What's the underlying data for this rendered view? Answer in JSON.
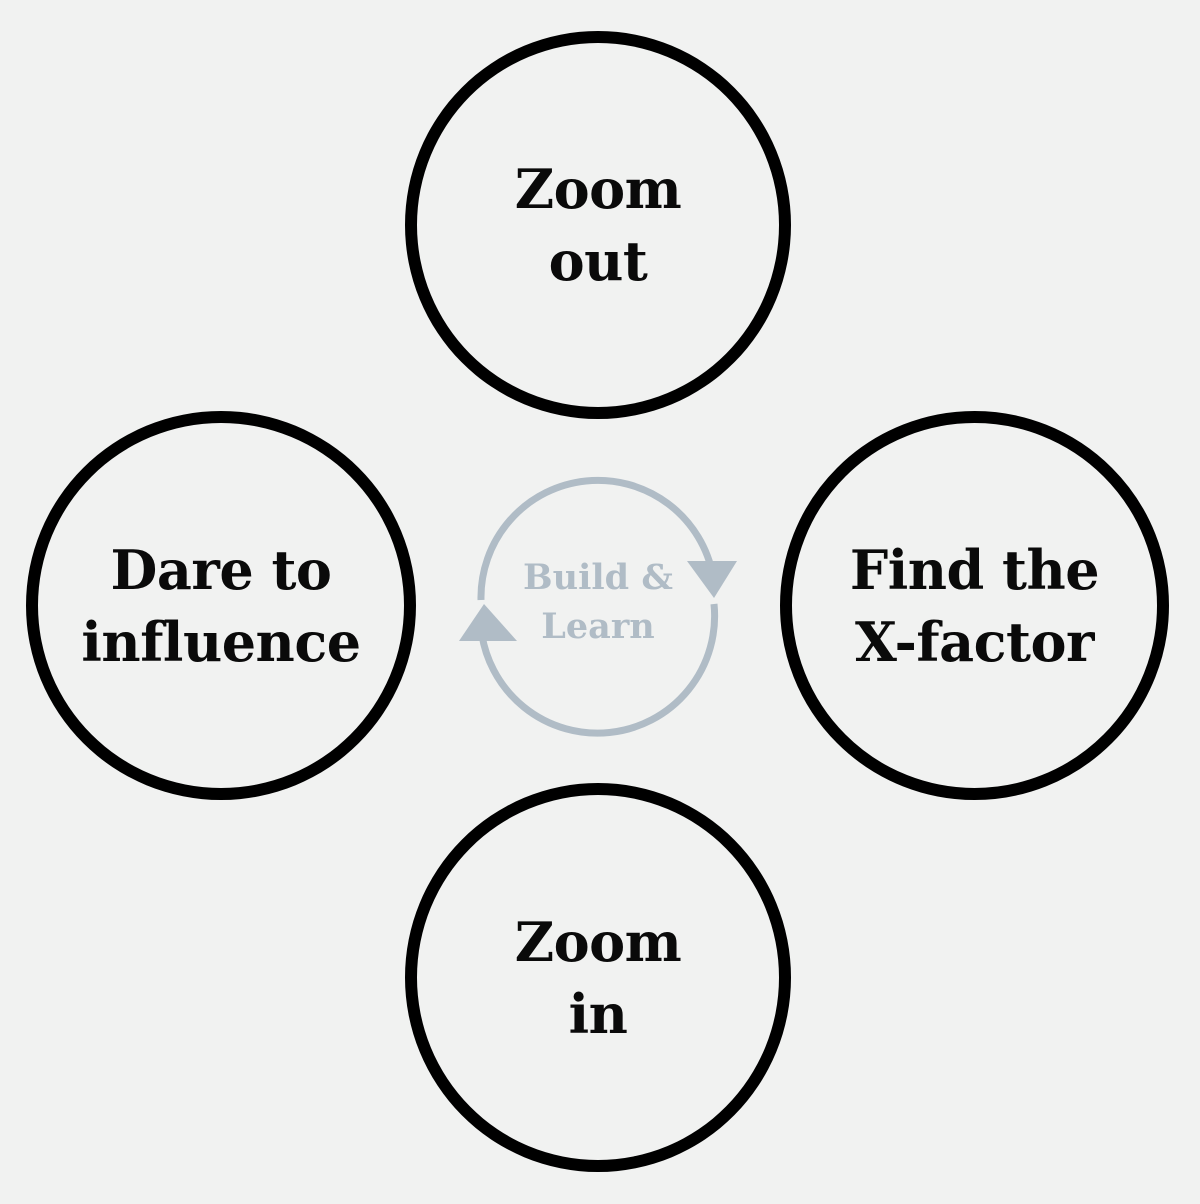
{
  "nodes": {
    "top": {
      "lines": [
        "Zoom",
        "out"
      ]
    },
    "left": {
      "lines": [
        "Dare to",
        "influence"
      ]
    },
    "right": {
      "lines": [
        "Find the",
        "X-factor"
      ]
    },
    "bottom": {
      "lines": [
        "Zoom",
        "in"
      ]
    }
  },
  "center": {
    "lines": [
      "Build &",
      "Learn"
    ]
  },
  "colors": {
    "background": "#f1f2f1",
    "circle_border": "#000000",
    "text": "#0a0a0a",
    "cycle": "#b0bcc6"
  }
}
